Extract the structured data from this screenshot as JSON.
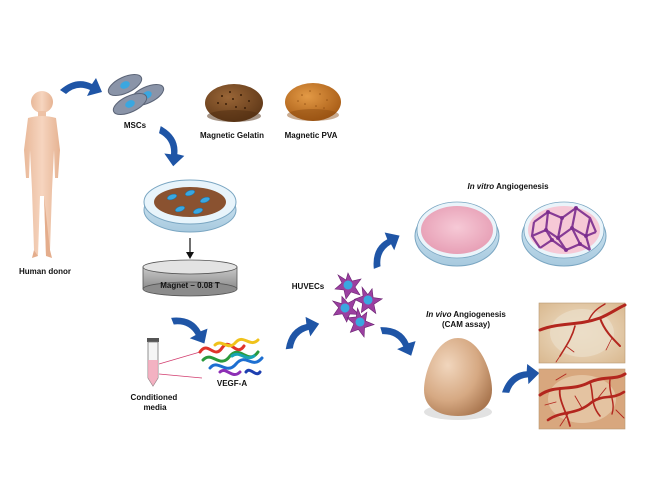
{
  "labels": {
    "human_donor": "Human donor",
    "mscs": "MSCs",
    "magnetic_gelatin": "Magnetic Gelatin",
    "magnetic_pva": "Magnetic PVA",
    "magnet": "Magnet – 0.08 T",
    "conditioned_line1": "Conditioned",
    "conditioned_line2": "media",
    "vegf": "VEGF-A",
    "huvecs": "HUVECs",
    "in_vitro_italic": "In vitro",
    "in_vitro_rest": " Angiogenesis",
    "in_vivo_italic": "In vivo",
    "in_vivo_rest": " Angiogenesis",
    "cam_assay": "(CAM assay)"
  },
  "colors": {
    "arrow": "#1f55a6",
    "skin": "#f3cdb3",
    "cell": "#8a94a8",
    "nucleus": "#3aa7e0",
    "gelatin": "#7a4a22",
    "pva": "#c87524",
    "huvec": "#9b3fa0",
    "pink_dish": "#f2b8c8",
    "egg": "#d8b08e",
    "vessel": "#b3261e"
  }
}
